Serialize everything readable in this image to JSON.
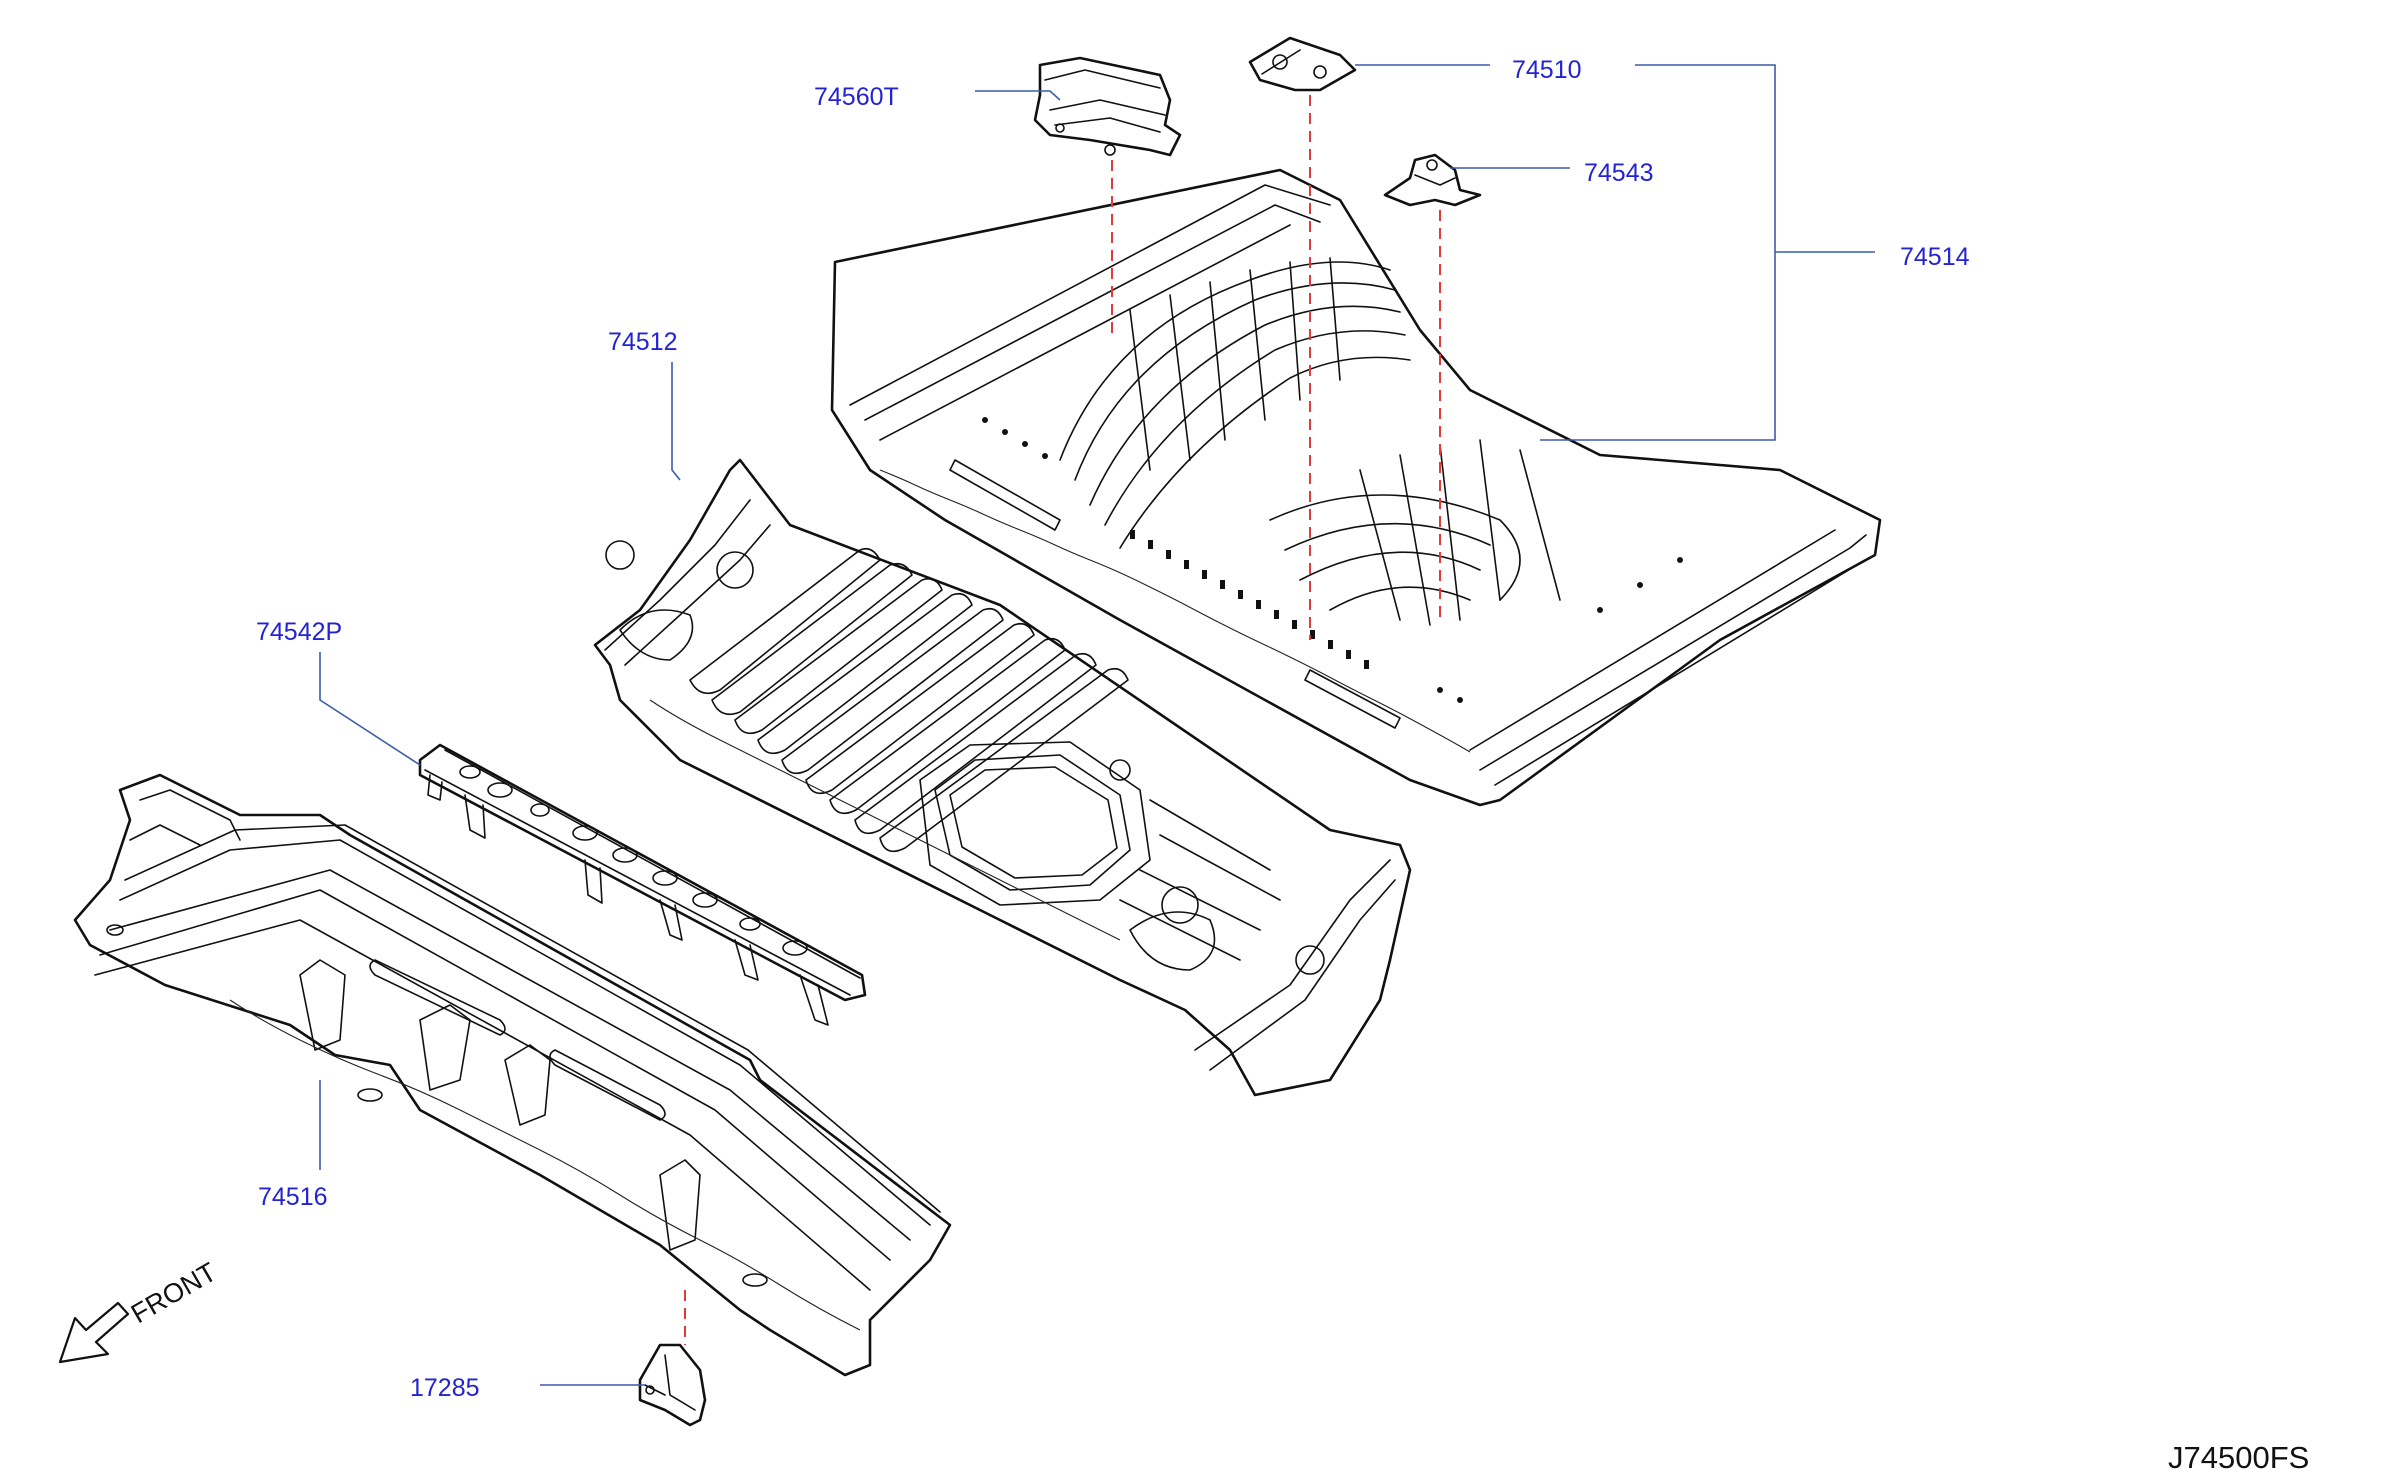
{
  "diagram": {
    "code": "J74500FS",
    "front_label": "FRONT",
    "parts": [
      {
        "id": "p74560T",
        "number": "74560T"
      },
      {
        "id": "p74510",
        "number": "74510"
      },
      {
        "id": "p74543",
        "number": "74543"
      },
      {
        "id": "p74514",
        "number": "74514"
      },
      {
        "id": "p74512",
        "number": "74512"
      },
      {
        "id": "p74542P",
        "number": "74542P"
      },
      {
        "id": "p74516",
        "number": "74516"
      },
      {
        "id": "p17285",
        "number": "17285"
      }
    ]
  },
  "colors": {
    "label": "#2323d2",
    "leader": "#3a5ba8",
    "assembly_dash": "#e23a3a",
    "line_art": "#111111"
  }
}
